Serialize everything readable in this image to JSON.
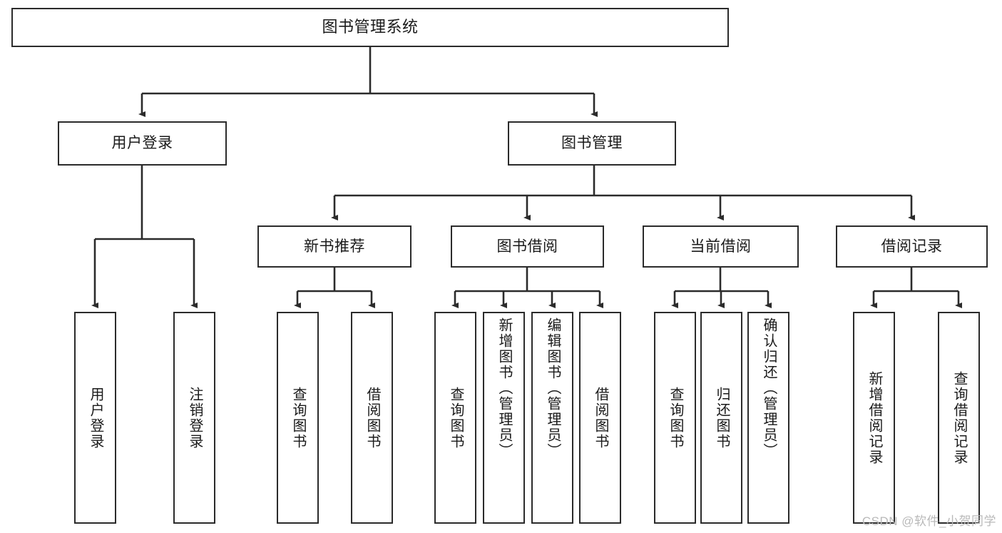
{
  "diagram": {
    "title": "图书管理系统",
    "type": "hierarchy-tree",
    "watermark": "CSDN @软件_小贺同学",
    "colors": {
      "stroke": "#2b2b2b",
      "fill": "#ffffff",
      "text": "#1a1a1a",
      "watermark": "#b9b9b9"
    },
    "levels": {
      "root": "图书管理系统",
      "level2": [
        "用户登录",
        "图书管理"
      ],
      "level3": [
        "新书推荐",
        "图书借阅",
        "当前借阅",
        "借阅记录"
      ]
    },
    "nodes": {
      "root": {
        "label": "图书管理系统"
      },
      "user_login": {
        "label": "用户登录"
      },
      "book_manage": {
        "label": "图书管理"
      },
      "new_book_rec": {
        "label": "新书推荐"
      },
      "book_borrow": {
        "label": "图书借阅"
      },
      "current_borrow": {
        "label": "当前借阅"
      },
      "borrow_record": {
        "label": "借阅记录"
      },
      "leaf_user_login": {
        "label": "用户登录"
      },
      "leaf_user_logout": {
        "label": "注销登录"
      },
      "leaf_query_book_1": {
        "label": "查询图书"
      },
      "leaf_borrow_book_1": {
        "label": "借阅图书"
      },
      "leaf_query_book_2": {
        "label": "查询图书"
      },
      "leaf_add_book": {
        "label": "新增图书（管理员）"
      },
      "leaf_edit_book": {
        "label": "编辑图书（管理员）"
      },
      "leaf_borrow_book_2": {
        "label": "借阅图书"
      },
      "leaf_query_book_3": {
        "label": "查询图书"
      },
      "leaf_return_book": {
        "label": "归还图书"
      },
      "leaf_confirm_return": {
        "label": "确认归还（管理员）"
      },
      "leaf_add_record": {
        "label": "新增借阅记录"
      },
      "leaf_query_record": {
        "label": "查询借阅记录"
      }
    },
    "edges": [
      {
        "from": "root",
        "to": "user_login"
      },
      {
        "from": "root",
        "to": "book_manage"
      },
      {
        "from": "user_login",
        "to": "leaf_user_login"
      },
      {
        "from": "user_login",
        "to": "leaf_user_logout"
      },
      {
        "from": "book_manage",
        "to": "new_book_rec"
      },
      {
        "from": "book_manage",
        "to": "book_borrow"
      },
      {
        "from": "book_manage",
        "to": "current_borrow"
      },
      {
        "from": "book_manage",
        "to": "borrow_record"
      },
      {
        "from": "new_book_rec",
        "to": "leaf_query_book_1"
      },
      {
        "from": "new_book_rec",
        "to": "leaf_borrow_book_1"
      },
      {
        "from": "book_borrow",
        "to": "leaf_query_book_2"
      },
      {
        "from": "book_borrow",
        "to": "leaf_add_book"
      },
      {
        "from": "book_borrow",
        "to": "leaf_edit_book"
      },
      {
        "from": "book_borrow",
        "to": "leaf_borrow_book_2"
      },
      {
        "from": "current_borrow",
        "to": "leaf_query_book_3"
      },
      {
        "from": "current_borrow",
        "to": "leaf_return_book"
      },
      {
        "from": "current_borrow",
        "to": "leaf_confirm_return"
      },
      {
        "from": "borrow_record",
        "to": "leaf_add_record"
      },
      {
        "from": "borrow_record",
        "to": "leaf_query_record"
      }
    ]
  }
}
